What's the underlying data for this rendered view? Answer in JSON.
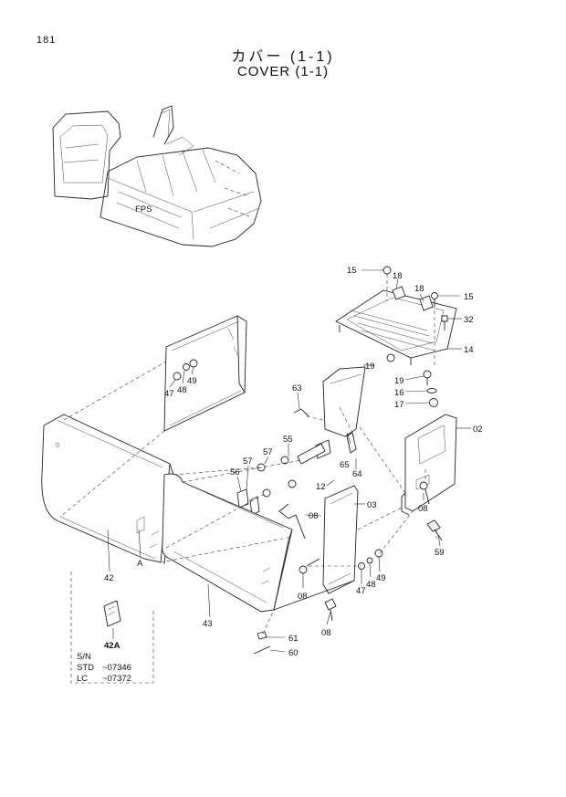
{
  "page": {
    "number": "181"
  },
  "title": {
    "jp": "カバー (1-1)",
    "en": "COVER (1-1)"
  },
  "callouts": [
    {
      "id": "c15a",
      "label": "15"
    },
    {
      "id": "c18a",
      "label": "18"
    },
    {
      "id": "c18b",
      "label": "18"
    },
    {
      "id": "c15b",
      "label": "15"
    },
    {
      "id": "c32",
      "label": "32"
    },
    {
      "id": "c14",
      "label": "14"
    },
    {
      "id": "c19a",
      "label": "19"
    },
    {
      "id": "c19b",
      "label": "19"
    },
    {
      "id": "c16",
      "label": "16"
    },
    {
      "id": "c17",
      "label": "17"
    },
    {
      "id": "c02",
      "label": "02"
    },
    {
      "id": "c63",
      "label": "63"
    },
    {
      "id": "c65",
      "label": "65"
    },
    {
      "id": "c64",
      "label": "64"
    },
    {
      "id": "c47a",
      "label": "47"
    },
    {
      "id": "c48a",
      "label": "48"
    },
    {
      "id": "c49a",
      "label": "49"
    },
    {
      "id": "c55",
      "label": "55"
    },
    {
      "id": "c57a",
      "label": "57"
    },
    {
      "id": "c57b",
      "label": "57"
    },
    {
      "id": "c56",
      "label": "56"
    },
    {
      "id": "c12",
      "label": "12"
    },
    {
      "id": "c03",
      "label": "03"
    },
    {
      "id": "c08a",
      "label": "08"
    },
    {
      "id": "c08b",
      "label": "08"
    },
    {
      "id": "c59",
      "label": "59"
    },
    {
      "id": "c08c",
      "label": "08"
    },
    {
      "id": "c47b",
      "label": "47"
    },
    {
      "id": "c48b",
      "label": "48"
    },
    {
      "id": "c49b",
      "label": "49"
    },
    {
      "id": "c08d",
      "label": "08"
    },
    {
      "id": "c42",
      "label": "42"
    },
    {
      "id": "cA",
      "label": "A"
    },
    {
      "id": "c43",
      "label": "43"
    },
    {
      "id": "c61",
      "label": "61"
    },
    {
      "id": "c60",
      "label": "60"
    },
    {
      "id": "c42A",
      "label": "42A"
    }
  ],
  "inset": {
    "rows": [
      {
        "label": "S/N",
        "value": ""
      },
      {
        "label": "STD",
        "value": "~07346"
      },
      {
        "label": "LC",
        "value": "~07372"
      }
    ]
  }
}
